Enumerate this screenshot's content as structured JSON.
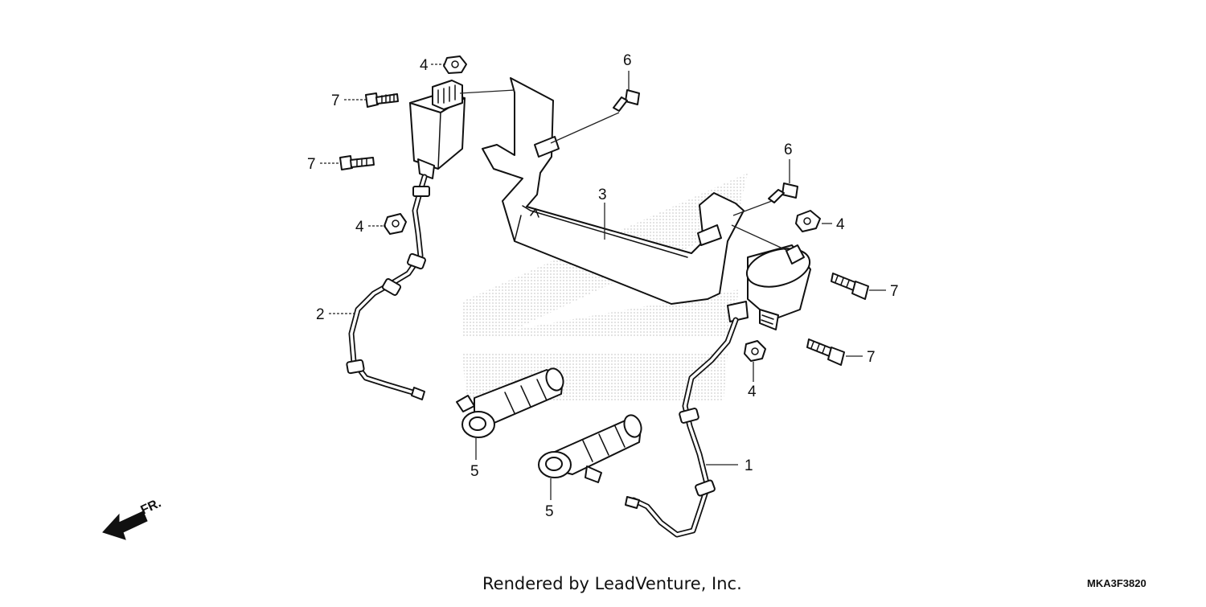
{
  "diagram": {
    "callouts": [
      {
        "id": "c-4a",
        "label": "4"
      },
      {
        "id": "c-7a",
        "label": "7"
      },
      {
        "id": "c-7b",
        "label": "7"
      },
      {
        "id": "c-4b",
        "label": "4"
      },
      {
        "id": "c-2",
        "label": "2"
      },
      {
        "id": "c-6a",
        "label": "6"
      },
      {
        "id": "c-3",
        "label": "3"
      },
      {
        "id": "c-6b",
        "label": "6"
      },
      {
        "id": "c-4c",
        "label": "4"
      },
      {
        "id": "c-7c",
        "label": "7"
      },
      {
        "id": "c-7d",
        "label": "7"
      },
      {
        "id": "c-4d",
        "label": "4"
      },
      {
        "id": "c-1",
        "label": "1"
      },
      {
        "id": "c-5a",
        "label": "5"
      },
      {
        "id": "c-5b",
        "label": "5"
      }
    ],
    "direction_label": "FR.",
    "footer": {
      "credit": "Rendered by LeadVenture, Inc.",
      "code": "MKA3F3820"
    },
    "colors": {
      "line": "#111111",
      "watermark": "#d8d8d8",
      "background": "#ffffff"
    }
  }
}
